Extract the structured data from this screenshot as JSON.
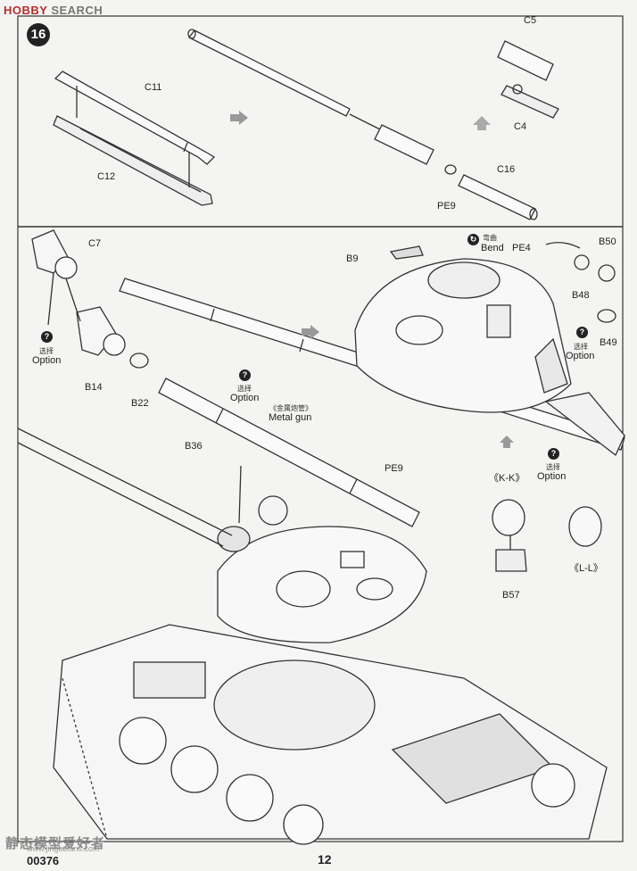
{
  "header": {
    "watermark_a": "HOBBY",
    "watermark_b": " SEARCH",
    "step": "16"
  },
  "labels": {
    "c5": "C5",
    "c4": "C4",
    "c11": "C11",
    "c12": "C12",
    "c16": "C16",
    "pe9_top": "PE9",
    "c7": "C7",
    "b14": "B14",
    "b22": "B22",
    "option_cn_1": "选择",
    "option_1": "Option",
    "option_cn_2": "选择",
    "option_2": "Option",
    "metal_gun_cn": "《金属炮管》",
    "metal_gun": "Metal gun",
    "b36": "B36",
    "pe9_mid": "PE9",
    "b9": "B9",
    "bend_cn": "弯曲",
    "bend": "Bend",
    "pe4": "PE4",
    "b50": "B50",
    "b48": "B48",
    "b49": "B49",
    "option_cn_3": "选择",
    "option_3": "Option",
    "option_cn_4": "选择",
    "option_4": "Option",
    "kk": "《K-K》",
    "ll": "《L-L》",
    "b57": "B57"
  },
  "footer": {
    "code": "00376",
    "page": "12",
    "site_cn": "静态模型爱好者",
    "site": "www.jingtaifans.com"
  }
}
